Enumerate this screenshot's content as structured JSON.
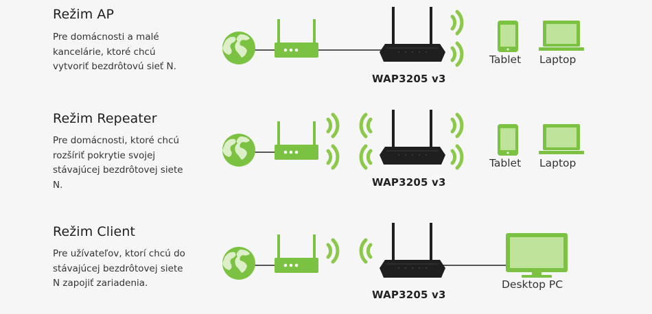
{
  "colors": {
    "accent": "#7cc242",
    "router": "#1f1f1f",
    "wave": "#8cc84b",
    "line": "#555555"
  },
  "modes": [
    {
      "title": "Režim AP",
      "description": "Pre domácnosti a malé\nkancelárie, ktoré chcú\nvytvoriť bezdrôtovú sieť N.",
      "model": "WAP3205 v3",
      "devices": [
        "Tablet",
        "Laptop"
      ]
    },
    {
      "title": "Režim Repeater",
      "description": "Pre domácnosti, ktoré chcú\nrozšíriť pokrytie svojej\nstávajúcej bezdrôtovej siete\nN.",
      "model": "WAP3205 v3",
      "devices": [
        "Tablet",
        "Laptop"
      ]
    },
    {
      "title": "Režim Client",
      "description": "Pre užívateľov, ktorí chcú do\nstávajúcej bezdrôtovej siete\nN zapojiť zariadenia.",
      "model": "WAP3205 v3",
      "devices": [
        "Desktop PC"
      ]
    }
  ],
  "icons": [
    "globe-icon",
    "modem-icon",
    "wap-router-icon",
    "wifi-waves-icon",
    "tablet-icon",
    "laptop-icon",
    "desktop-pc-icon"
  ]
}
